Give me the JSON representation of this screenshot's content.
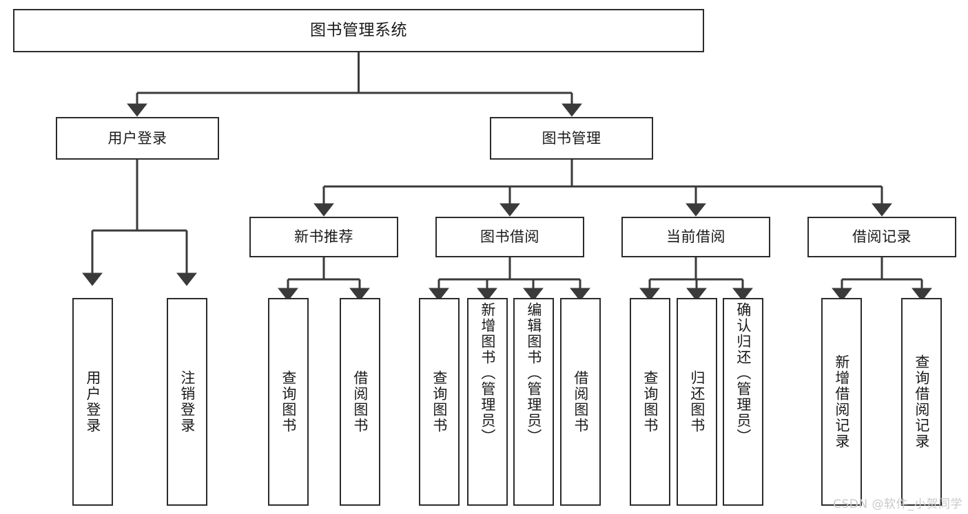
{
  "diagram": {
    "type": "tree",
    "title": "图书管理系统",
    "root": {
      "id": "root",
      "label": "图书管理系统",
      "orientation": "horizontal"
    },
    "level2": [
      {
        "id": "user-login",
        "label": "用户登录",
        "orientation": "horizontal"
      },
      {
        "id": "book-management",
        "label": "图书管理",
        "orientation": "horizontal"
      }
    ],
    "level3": [
      {
        "id": "new-book-recommend",
        "label": "新书推荐",
        "orientation": "horizontal",
        "parent": "book-management"
      },
      {
        "id": "book-borrow",
        "label": "图书借阅",
        "orientation": "horizontal",
        "parent": "book-management"
      },
      {
        "id": "current-borrow",
        "label": "当前借阅",
        "orientation": "horizontal",
        "parent": "book-management"
      },
      {
        "id": "borrow-record",
        "label": "借阅记录",
        "orientation": "horizontal",
        "parent": "book-management"
      }
    ],
    "leaves": [
      {
        "id": "leaf-user-login",
        "label": "用户登录",
        "parent": "user-login"
      },
      {
        "id": "leaf-logout-login",
        "label": "注销登录",
        "parent": "user-login"
      },
      {
        "id": "leaf-query-book-1",
        "label": "查询图书",
        "parent": "new-book-recommend"
      },
      {
        "id": "leaf-borrow-book-1",
        "label": "借阅图书",
        "parent": "new-book-recommend"
      },
      {
        "id": "leaf-query-book-2",
        "label": "查询图书",
        "parent": "book-borrow"
      },
      {
        "id": "leaf-add-book",
        "label": "新增图书（管理员）",
        "parent": "book-borrow"
      },
      {
        "id": "leaf-edit-book",
        "label": "编辑图书（管理员）",
        "parent": "book-borrow"
      },
      {
        "id": "leaf-borrow-book-2",
        "label": "借阅图书",
        "parent": "book-borrow"
      },
      {
        "id": "leaf-query-book-3",
        "label": "查询图书",
        "parent": "current-borrow"
      },
      {
        "id": "leaf-return-book",
        "label": "归还图书",
        "parent": "current-borrow"
      },
      {
        "id": "leaf-confirm-return",
        "label": "确认归还（管理员）",
        "parent": "current-borrow"
      },
      {
        "id": "leaf-add-record",
        "label": "新增借阅记录",
        "parent": "borrow-record"
      },
      {
        "id": "leaf-query-record",
        "label": "查询借阅记录",
        "parent": "borrow-record"
      }
    ],
    "colors": {
      "box_border": "#2b2b2b",
      "box_fill": "#ffffff",
      "edge": "#3a3a3a",
      "text": "#1a1a1a",
      "background": "#ffffff",
      "watermark": "#c9c9c9"
    }
  },
  "watermark": {
    "text": "CSDN @软件_小贺同学"
  }
}
